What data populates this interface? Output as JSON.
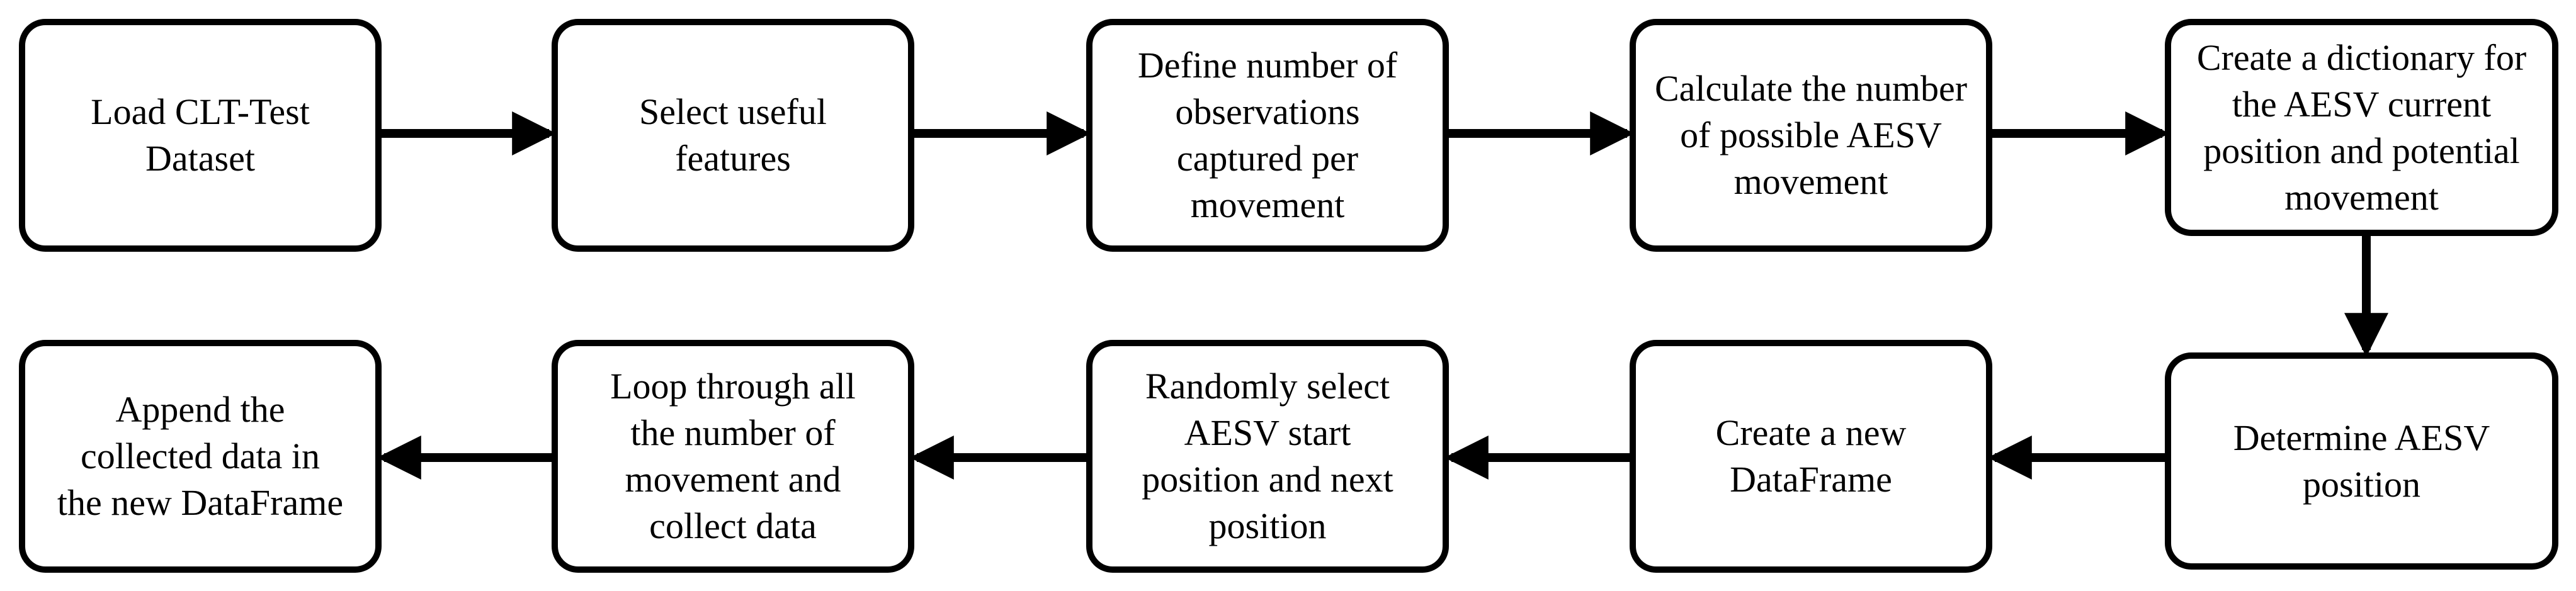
{
  "diagram": {
    "boxes": [
      {
        "label": "Load CLT-Test\nDataset"
      },
      {
        "label": "Select useful\nfeatures"
      },
      {
        "label": "Define number of\nobservations\ncaptured per\nmovement"
      },
      {
        "label": "Calculate the number\nof possible AESV\nmovement"
      },
      {
        "label": "Create a dictionary for\nthe AESV current\nposition and potential\nmovement"
      },
      {
        "label": "Determine AESV\nposition"
      },
      {
        "label": "Create a new\nDataFrame"
      },
      {
        "label": "Randomly select\nAESV start\nposition and next\nposition"
      },
      {
        "label": "Loop through all\nthe number of\nmovement and\ncollect data"
      },
      {
        "label": "Append the\ncollected data in\nthe new DataFrame"
      }
    ],
    "colors": {
      "stroke": "#000000",
      "fill": "#ffffff",
      "text": "#000000"
    }
  }
}
